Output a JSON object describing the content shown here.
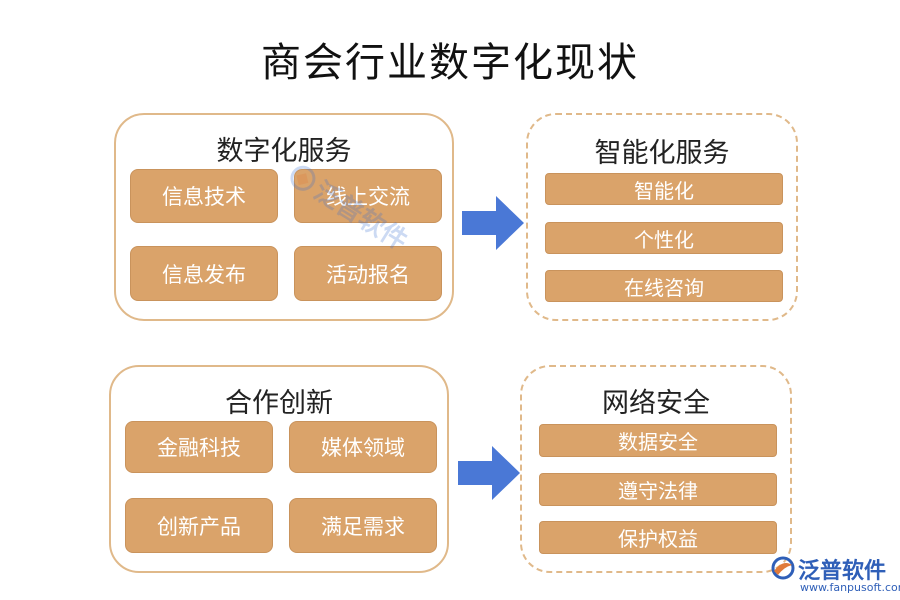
{
  "title": "商会行业数字化现状",
  "groups": {
    "digital_service": {
      "title": "数字化服务",
      "items": [
        "信息技术",
        "线上交流",
        "信息发布",
        "活动报名"
      ]
    },
    "intelligent_service": {
      "title": "智能化服务",
      "items": [
        "智能化",
        "个性化",
        "在线咨询"
      ]
    },
    "cooperation_innovation": {
      "title": "合作创新",
      "items": [
        "金融科技",
        "媒体领域",
        "创新产品",
        "满足需求"
      ]
    },
    "network_security": {
      "title": "网络安全",
      "items": [
        "数据安全",
        "遵守法律",
        "保护权益"
      ]
    }
  },
  "watermark": {
    "text": "泛普软件"
  },
  "brand": {
    "name": "泛普软件",
    "url": "www.fanpusoft.com"
  },
  "colors": {
    "tile": "#daa36a",
    "border": "#e0b98a",
    "arrow": "#4a78d6",
    "brand": "#2f5fb8"
  }
}
